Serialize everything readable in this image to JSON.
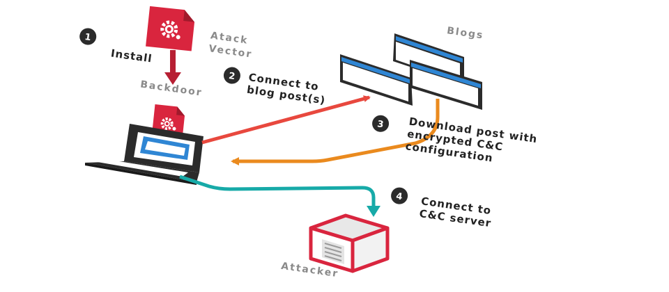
{
  "colors": {
    "red": "#d9253e",
    "dark_red": "#a11a2c",
    "blue": "#2f86d4",
    "orange": "#ea8a1e",
    "teal": "#17aaa8",
    "salmon": "#e8483e",
    "dark": "#2b2b2b",
    "grey": "#8a8a8a"
  },
  "nodes": {
    "attack_vector": {
      "line1": "Atack",
      "line2": "Vector",
      "icon": "gear-icon"
    },
    "backdoor": {
      "label": "Backdoor",
      "icon": "gear-icon"
    },
    "blogs": {
      "label": "Blogs"
    },
    "attacker": {
      "label": "Attacker"
    }
  },
  "steps": [
    {
      "number": "1",
      "lines": [
        "Install"
      ]
    },
    {
      "number": "2",
      "lines": [
        "Connect to",
        "blog post(s)"
      ]
    },
    {
      "number": "3",
      "lines": [
        "Download post with",
        "encrypted C&C",
        "configuration"
      ]
    },
    {
      "number": "4",
      "lines": [
        "Connect to",
        "C&C server"
      ]
    }
  ]
}
